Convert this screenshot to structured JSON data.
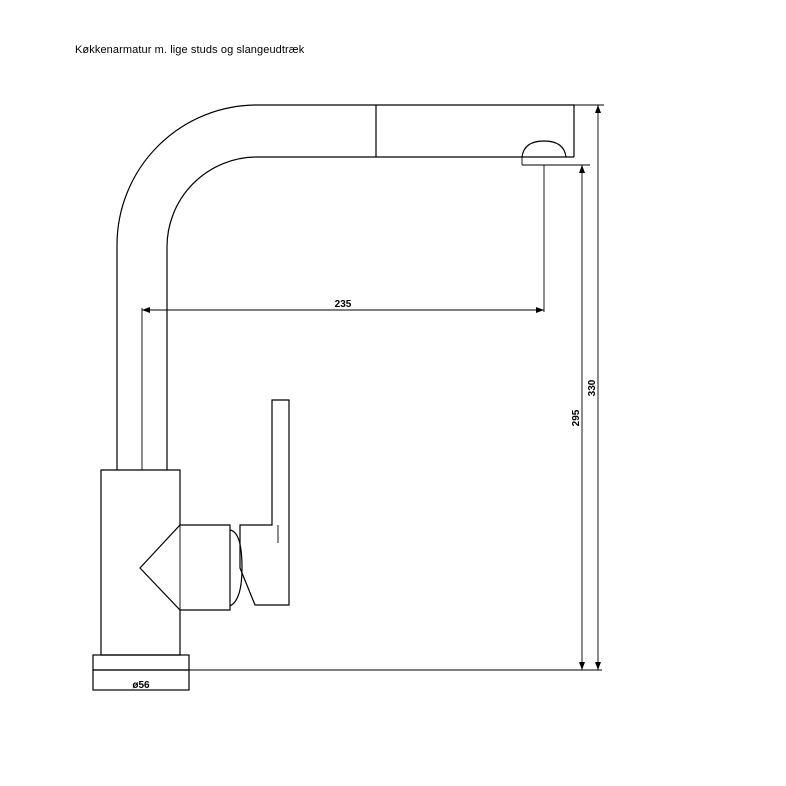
{
  "title": "Køkkenarmatur m. lige studs og slangeudtræk",
  "dimensions": {
    "spout_reach": "235",
    "outlet_height": "295",
    "total_height": "330",
    "base_diameter": "ø56"
  },
  "colors": {
    "line": "#000000",
    "background": "#ffffff"
  }
}
